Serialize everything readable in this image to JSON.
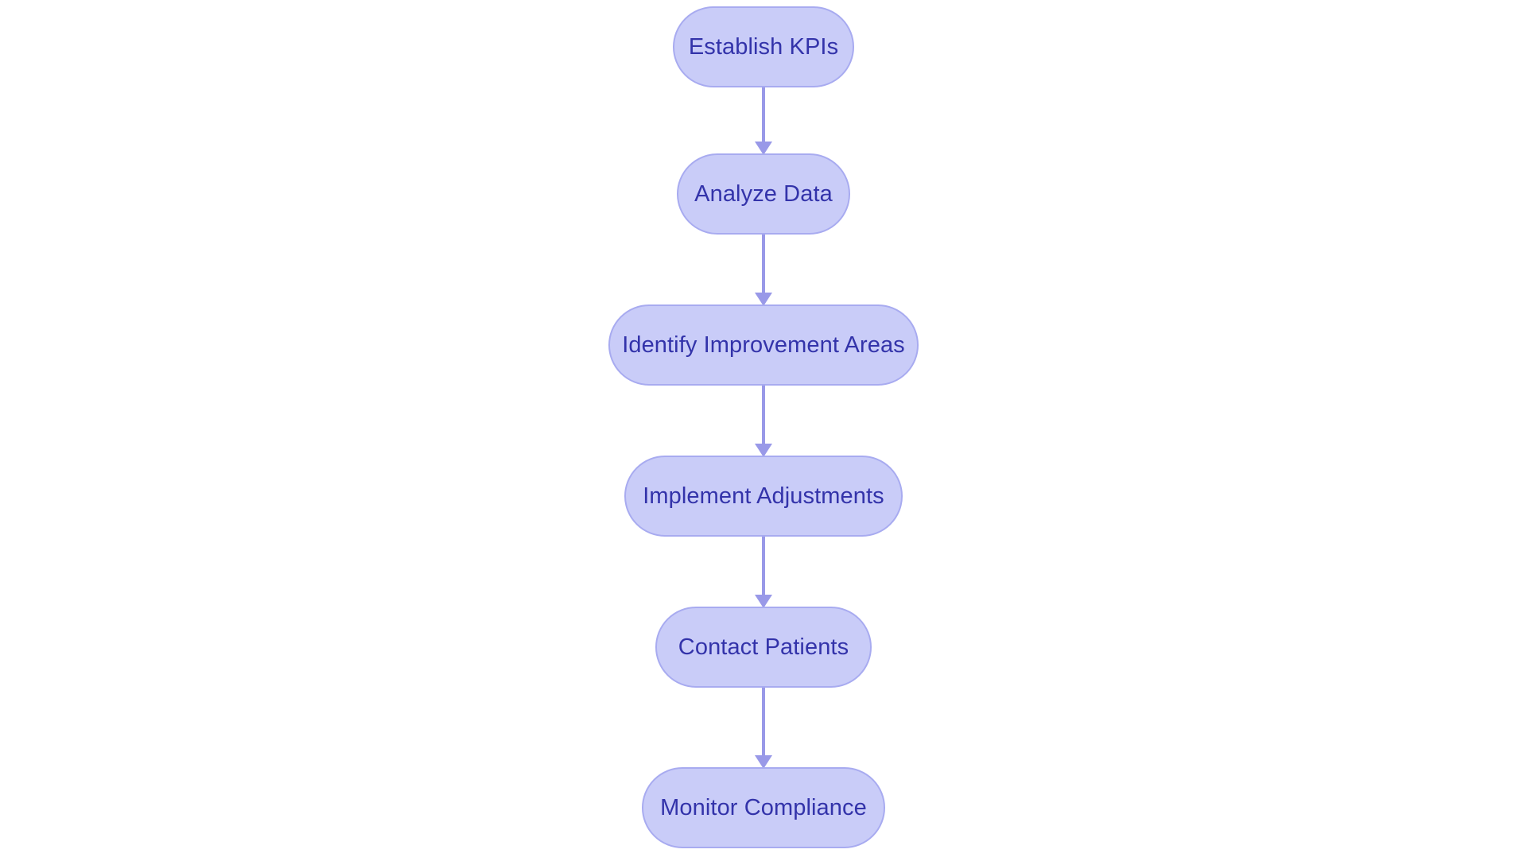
{
  "diagram": {
    "type": "flowchart",
    "orientation": "top-to-bottom",
    "background_color": "#ffffff",
    "node_fill_color": "#c9ccf8",
    "node_border_color": "#a8abf0",
    "node_text_color": "#3333aa",
    "edge_color": "#9999e8",
    "node_shape": "stadium",
    "nodes": [
      {
        "id": "establish-kpis",
        "label": "Establish KPIs"
      },
      {
        "id": "analyze-data",
        "label": "Analyze Data"
      },
      {
        "id": "identify-improvement-areas",
        "label": "Identify Improvement Areas"
      },
      {
        "id": "implement-adjustments",
        "label": "Implement Adjustments"
      },
      {
        "id": "contact-patients",
        "label": "Contact Patients"
      },
      {
        "id": "monitor-compliance",
        "label": "Monitor Compliance"
      }
    ],
    "edges": [
      {
        "id": "edge-0",
        "from": "establish-kpis",
        "to": "analyze-data",
        "arrow": "arrow-down-icon"
      },
      {
        "id": "edge-1",
        "from": "analyze-data",
        "to": "identify-improvement-areas",
        "arrow": "arrow-down-icon"
      },
      {
        "id": "edge-2",
        "from": "identify-improvement-areas",
        "to": "implement-adjustments",
        "arrow": "arrow-down-icon"
      },
      {
        "id": "edge-3",
        "from": "implement-adjustments",
        "to": "contact-patients",
        "arrow": "arrow-down-icon"
      },
      {
        "id": "edge-4",
        "from": "contact-patients",
        "to": "monitor-compliance",
        "arrow": "arrow-down-icon"
      }
    ]
  }
}
